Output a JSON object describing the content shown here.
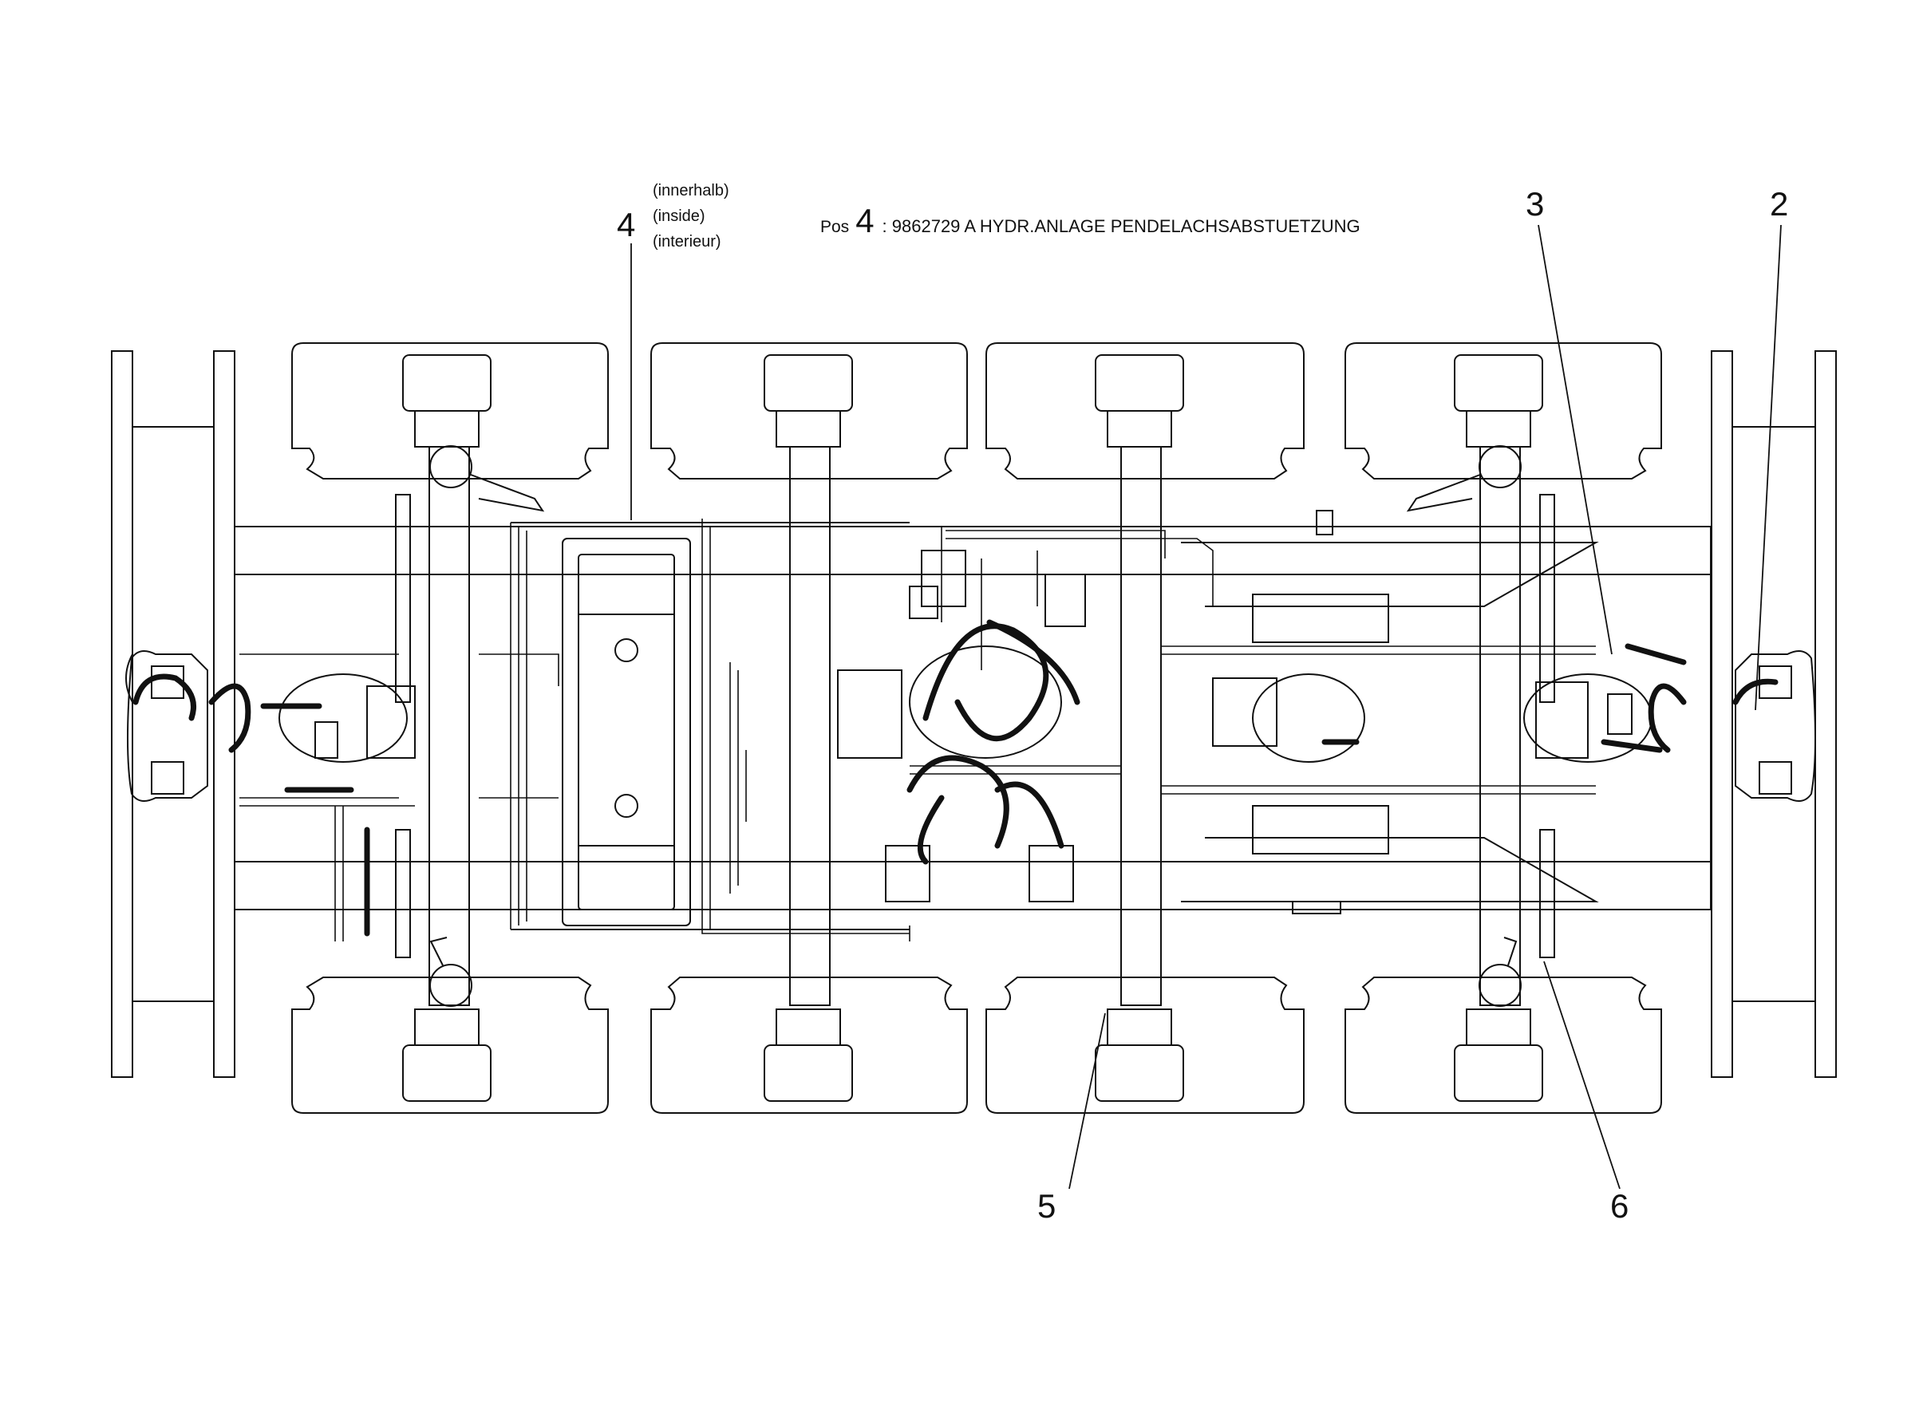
{
  "callouts": {
    "c4": "4",
    "c3": "3",
    "c2": "2",
    "c5": "5",
    "c6": "6"
  },
  "note": {
    "line1": "(innerhalb)",
    "line2": "(inside)",
    "line3": "(interieur)"
  },
  "position": {
    "prefix": "Pos",
    "number": "4",
    "description": ": 9862729 A HYDR.ANLAGE PENDELACHSABSTUETZUNG"
  },
  "colors": {
    "line": "#111111",
    "background": "#ffffff"
  }
}
